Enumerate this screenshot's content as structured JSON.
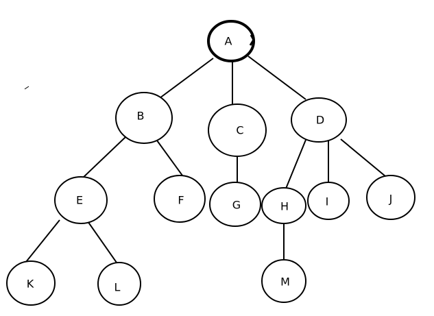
{
  "tree": {
    "root": "A",
    "nodes": [
      {
        "id": "A",
        "label": "A"
      },
      {
        "id": "B",
        "label": "B"
      },
      {
        "id": "C",
        "label": "C"
      },
      {
        "id": "D",
        "label": "D"
      },
      {
        "id": "E",
        "label": "E"
      },
      {
        "id": "F",
        "label": "F"
      },
      {
        "id": "G",
        "label": "G"
      },
      {
        "id": "H",
        "label": "H"
      },
      {
        "id": "I",
        "label": "I"
      },
      {
        "id": "J",
        "label": "J"
      },
      {
        "id": "K",
        "label": "K"
      },
      {
        "id": "L",
        "label": "L"
      },
      {
        "id": "M",
        "label": "M"
      }
    ],
    "edges": [
      {
        "from": "A",
        "to": "B"
      },
      {
        "from": "A",
        "to": "C"
      },
      {
        "from": "A",
        "to": "D"
      },
      {
        "from": "B",
        "to": "E"
      },
      {
        "from": "B",
        "to": "F"
      },
      {
        "from": "C",
        "to": "G"
      },
      {
        "from": "D",
        "to": "H"
      },
      {
        "from": "D",
        "to": "I"
      },
      {
        "from": "D",
        "to": "J"
      },
      {
        "from": "E",
        "to": "K"
      },
      {
        "from": "E",
        "to": "L"
      },
      {
        "from": "H",
        "to": "M"
      }
    ]
  }
}
